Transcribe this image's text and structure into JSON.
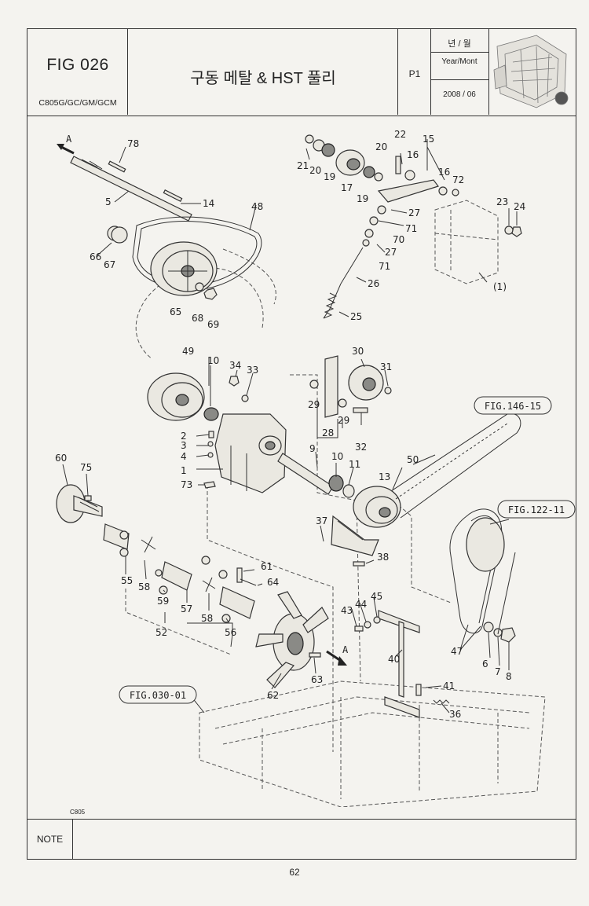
{
  "header": {
    "fig_no": "FIG 026",
    "model": "C805G/GC/GM/GCM",
    "title": "구동 메탈 & HST 풀리",
    "page": "P1",
    "date_label_kr": "년 / 월",
    "date_label_en": "Year/Mont",
    "date_value": "2008 / 06"
  },
  "footer": {
    "model_code": "C805",
    "note_label": "NOTE",
    "note_text": "",
    "page_number": "62"
  },
  "diagram": {
    "refs": {
      "fig146": "FIG.146-15",
      "fig122": "FIG.122-11",
      "fig030": "FIG.030-01",
      "arrow_a": "A",
      "assy_1": "(1)"
    },
    "callouts": [
      {
        "id": "78",
        "label": "78"
      },
      {
        "id": "5",
        "label": "5"
      },
      {
        "id": "14",
        "label": "14"
      },
      {
        "id": "48",
        "label": "48"
      },
      {
        "id": "66",
        "label": "66"
      },
      {
        "id": "67",
        "label": "67"
      },
      {
        "id": "65",
        "label": "65"
      },
      {
        "id": "68",
        "label": "68"
      },
      {
        "id": "69",
        "label": "69"
      },
      {
        "id": "21",
        "label": "21"
      },
      {
        "id": "20a",
        "label": "20"
      },
      {
        "id": "19a",
        "label": "19"
      },
      {
        "id": "17",
        "label": "17"
      },
      {
        "id": "19b",
        "label": "19"
      },
      {
        "id": "20b",
        "label": "20"
      },
      {
        "id": "22",
        "label": "22"
      },
      {
        "id": "16a",
        "label": "16"
      },
      {
        "id": "15",
        "label": "15"
      },
      {
        "id": "16b",
        "label": "16"
      },
      {
        "id": "72",
        "label": "72"
      },
      {
        "id": "23",
        "label": "23"
      },
      {
        "id": "24",
        "label": "24"
      },
      {
        "id": "27a",
        "label": "27"
      },
      {
        "id": "71a",
        "label": "71"
      },
      {
        "id": "70",
        "label": "70"
      },
      {
        "id": "27b",
        "label": "27"
      },
      {
        "id": "71b",
        "label": "71"
      },
      {
        "id": "26",
        "label": "26"
      },
      {
        "id": "25",
        "label": "25"
      },
      {
        "id": "49",
        "label": "49"
      },
      {
        "id": "10a",
        "label": "10"
      },
      {
        "id": "34",
        "label": "34"
      },
      {
        "id": "33",
        "label": "33"
      },
      {
        "id": "30",
        "label": "30"
      },
      {
        "id": "31",
        "label": "31"
      },
      {
        "id": "29a",
        "label": "29"
      },
      {
        "id": "29b",
        "label": "29"
      },
      {
        "id": "28",
        "label": "28"
      },
      {
        "id": "32",
        "label": "32"
      },
      {
        "id": "2",
        "label": "2"
      },
      {
        "id": "3",
        "label": "3"
      },
      {
        "id": "4",
        "label": "4"
      },
      {
        "id": "1",
        "label": "1"
      },
      {
        "id": "73",
        "label": "73"
      },
      {
        "id": "9",
        "label": "9"
      },
      {
        "id": "10b",
        "label": "10"
      },
      {
        "id": "11",
        "label": "11"
      },
      {
        "id": "13",
        "label": "13"
      },
      {
        "id": "50",
        "label": "50"
      },
      {
        "id": "60",
        "label": "60"
      },
      {
        "id": "75",
        "label": "75"
      },
      {
        "id": "37",
        "label": "37"
      },
      {
        "id": "38",
        "label": "38"
      },
      {
        "id": "61",
        "label": "61"
      },
      {
        "id": "64",
        "label": "64"
      },
      {
        "id": "55",
        "label": "55"
      },
      {
        "id": "58a",
        "label": "58"
      },
      {
        "id": "59",
        "label": "59"
      },
      {
        "id": "57",
        "label": "57"
      },
      {
        "id": "58b",
        "label": "58"
      },
      {
        "id": "52",
        "label": "52"
      },
      {
        "id": "56",
        "label": "56"
      },
      {
        "id": "43",
        "label": "43"
      },
      {
        "id": "44",
        "label": "44"
      },
      {
        "id": "45",
        "label": "45"
      },
      {
        "id": "40",
        "label": "40"
      },
      {
        "id": "47",
        "label": "47"
      },
      {
        "id": "6",
        "label": "6"
      },
      {
        "id": "7",
        "label": "7"
      },
      {
        "id": "8",
        "label": "8"
      },
      {
        "id": "63",
        "label": "63"
      },
      {
        "id": "62",
        "label": "62"
      },
      {
        "id": "41",
        "label": "41"
      },
      {
        "id": "36",
        "label": "36"
      }
    ]
  }
}
